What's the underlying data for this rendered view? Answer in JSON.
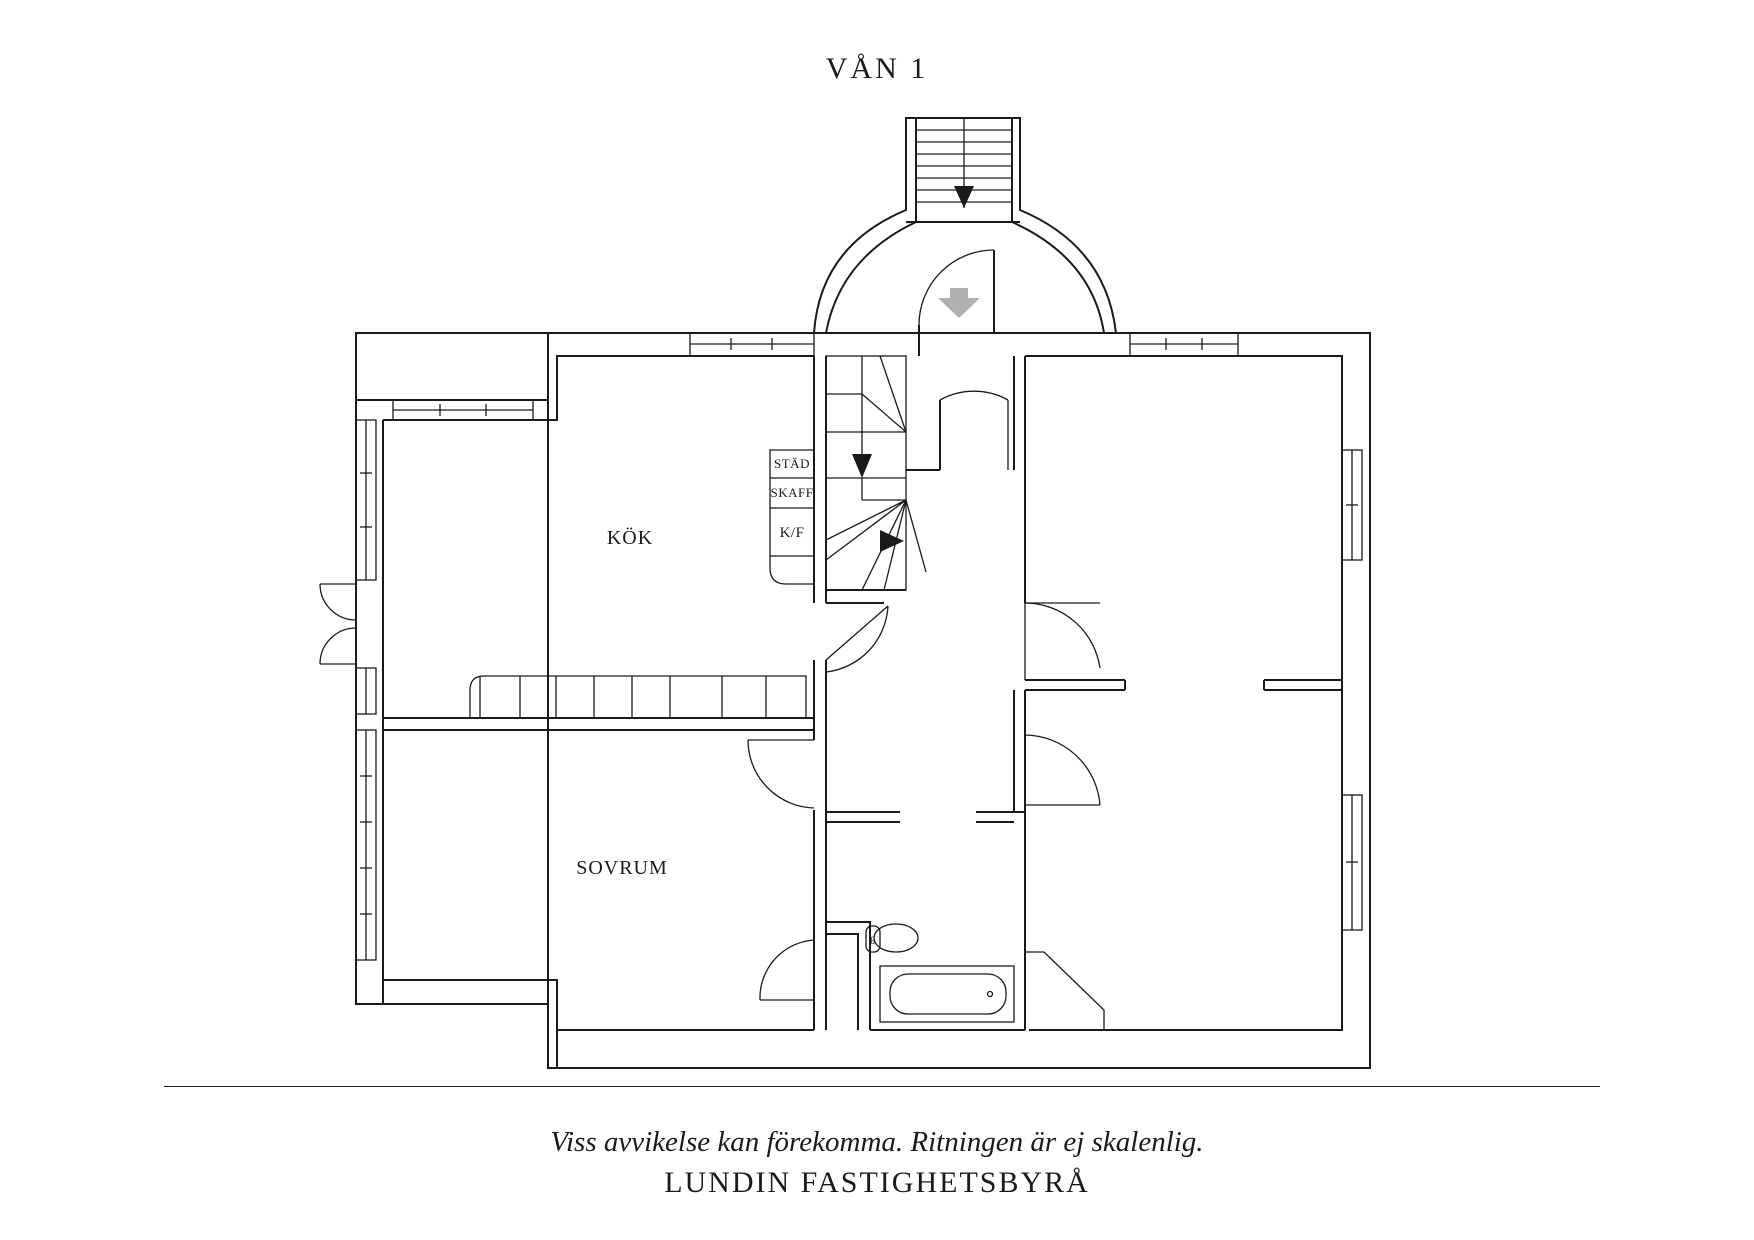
{
  "title": "VÅN 1",
  "rooms": {
    "kok": "KÖK",
    "sovrum": "SOVRUM"
  },
  "cabinets": {
    "stad": "STÄD",
    "skaff": "SKAFF",
    "kf": "K/F"
  },
  "footer": {
    "disclaimer": "Viss avvikelse kan förekomma. Ritningen är ej skalenlig.",
    "brand": "LUNDIN FASTIGHETSBYRÅ"
  },
  "colors": {
    "line": "#1a1a1a",
    "entry_arrow": "#b0b0b0"
  }
}
